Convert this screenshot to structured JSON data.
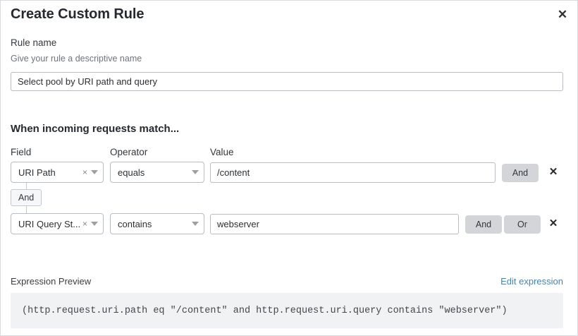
{
  "dialog": {
    "title": "Create Custom Rule",
    "close_label": "✕"
  },
  "rule_name": {
    "label": "Rule name",
    "hint": "Give your rule a descriptive name",
    "value": "Select pool by URI path and query",
    "placeholder": ""
  },
  "match_section": {
    "heading": "When incoming requests match...",
    "columns": {
      "field": "Field",
      "operator": "Operator",
      "value": "Value"
    },
    "connector": "And",
    "rows": [
      {
        "field": "URI Path",
        "clear_icon": "×",
        "operator": "equals",
        "value": "/content",
        "buttons": [
          "And"
        ],
        "remove_label": "✕"
      },
      {
        "field": "URI Query St...",
        "clear_icon": "×",
        "operator": "contains",
        "value": "webserver",
        "buttons": [
          "And",
          "Or"
        ],
        "remove_label": "✕"
      }
    ]
  },
  "expression": {
    "label": "Expression Preview",
    "edit_link": "Edit expression",
    "text": "(http.request.uri.path eq \"/content\" and http.request.uri.query contains \"webserver\")"
  },
  "colors": {
    "accent_link": "#4a83aa",
    "button_gray": "#d3d5d8",
    "preview_bg": "#f1f2f3",
    "border": "#b9bcc0"
  }
}
